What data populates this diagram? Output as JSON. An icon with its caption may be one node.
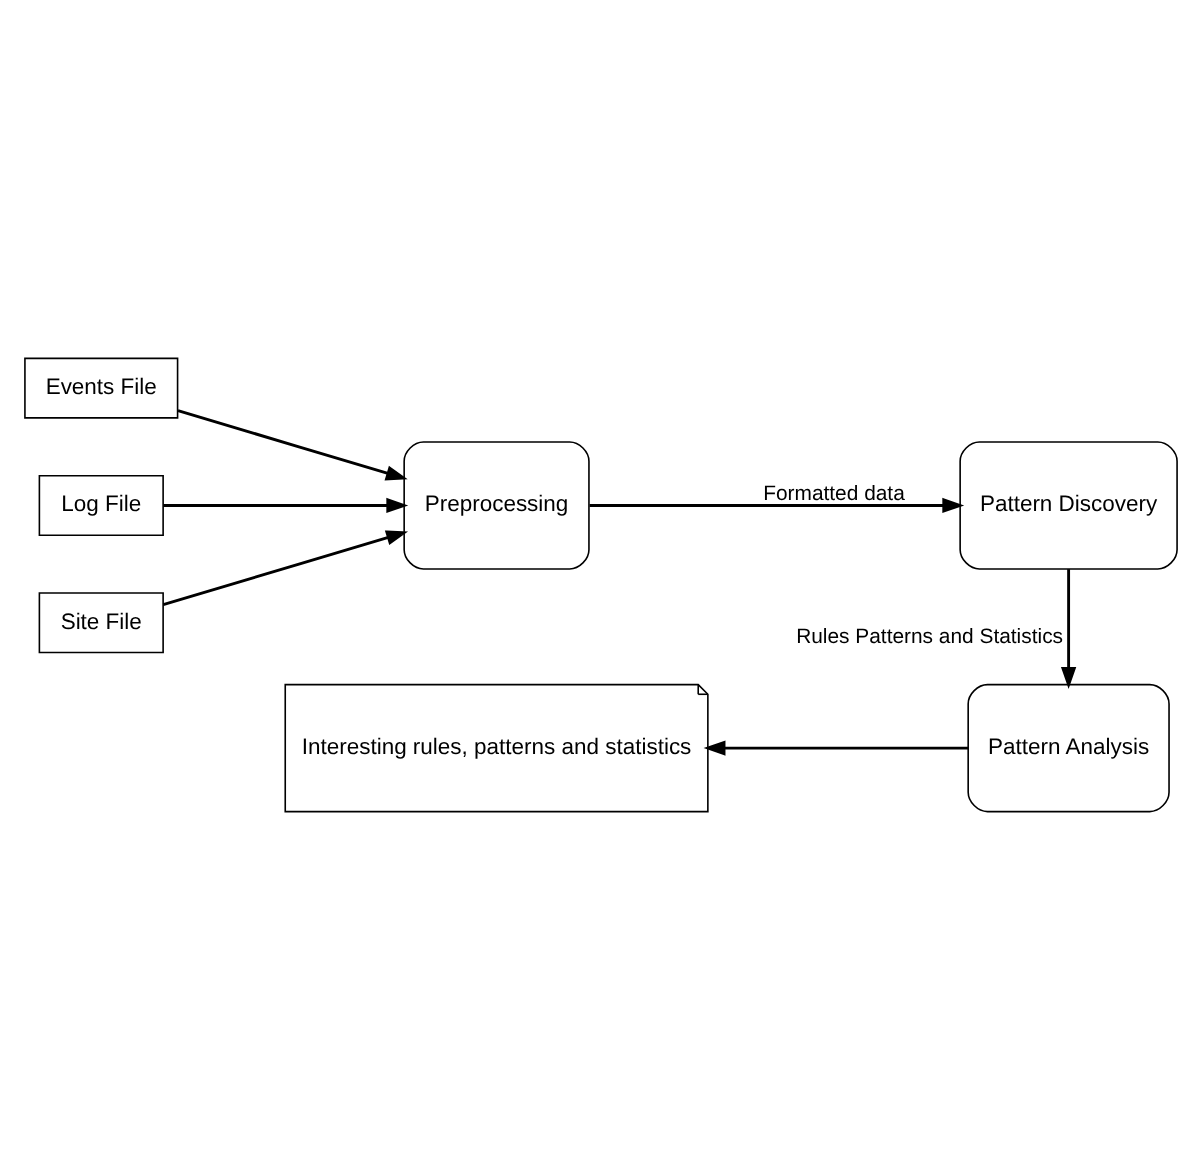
{
  "diagram": {
    "nodes": [
      {
        "text": [
          "Events File"
        ]
      },
      {
        "text": [
          "Log File"
        ]
      },
      {
        "text": [
          "Site File"
        ]
      },
      {
        "text": [
          "Preprocessing"
        ]
      },
      {
        "text": [
          "Pattern Discovery"
        ]
      },
      {
        "text": [
          "Pattern Analysis"
        ]
      },
      {
        "text": [
          "Interesting rules, patterns and statistics"
        ]
      }
    ],
    "edges": [
      {
        "from": 0,
        "to": 3,
        "arrow": "to"
      },
      {
        "from": 1,
        "to": 3,
        "arrow": "to"
      },
      {
        "from": 2,
        "to": 3,
        "arrow": "to"
      },
      {
        "from": 3,
        "to": 4,
        "arrow": "to",
        "label": "Formatted data"
      },
      {
        "from": 4,
        "to": 5,
        "arrow": "to",
        "label": "Rules Patterns and Statistics"
      },
      {
        "from": 5,
        "to": 6,
        "arrow": "to"
      }
    ]
  }
}
